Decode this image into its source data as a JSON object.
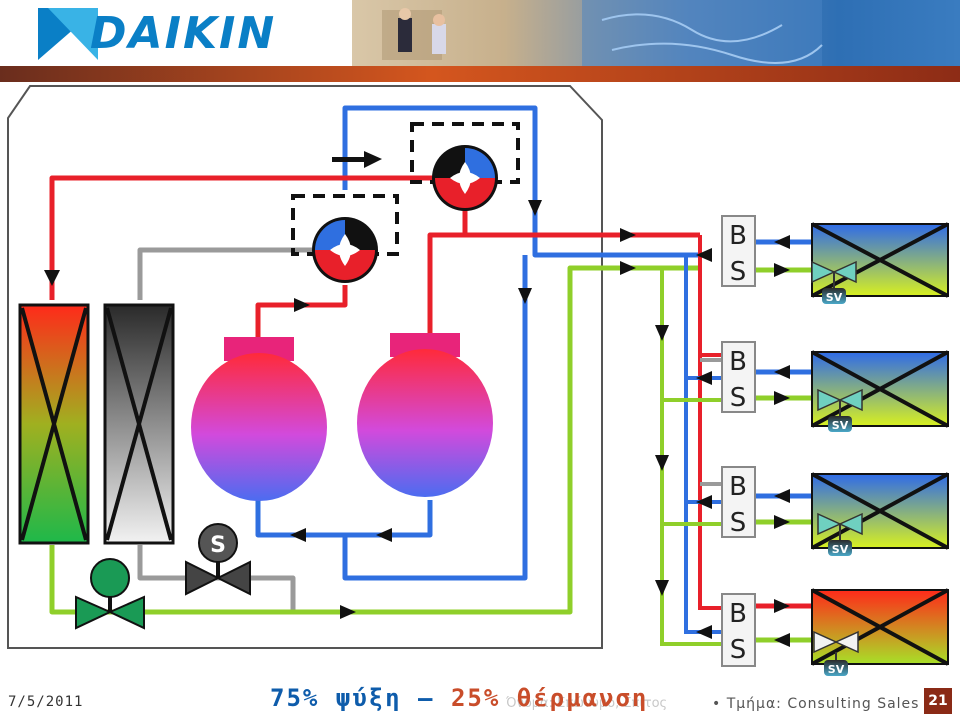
{
  "header": {
    "brand": "DAIKIN"
  },
  "unit_labels": {
    "b": "B",
    "s": "S",
    "sv": "SV",
    "s_gauge": "S"
  },
  "footer": {
    "date": "7/5/2011",
    "title_cooling": "75% ψύξη",
    "title_dash": "–",
    "title_heating_pct": "25%",
    "title_heating": "θέρμανση",
    "ghost_text": "Όνομα: Επώνυμο, Σπίτος",
    "dept": "• Τμήμα: Consulting Sales",
    "page": "21"
  },
  "colors": {
    "hot": "#e8202a",
    "cold": "#2f6fe0",
    "liquid": "#8fcf2a",
    "gray": "#9a9a9a",
    "brand": "#0a7fc6"
  },
  "icons": [
    "daikin-logo-icon",
    "four-way-valve-icon",
    "expansion-valve-icon",
    "pressure-gauge-icon",
    "solenoid-valve-icon",
    "flow-arrow-icon"
  ]
}
